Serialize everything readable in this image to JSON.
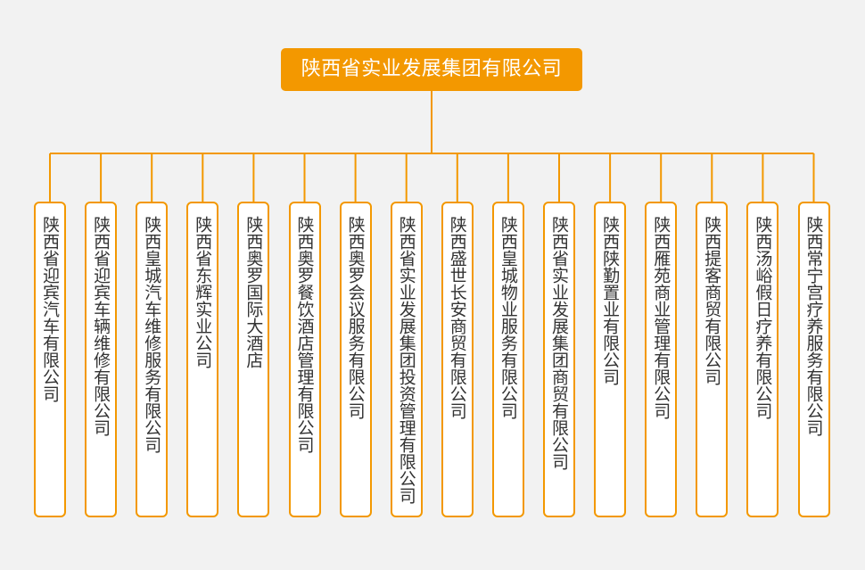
{
  "root": {
    "label": "陕西省实业发展集团有限公司"
  },
  "colors": {
    "accent": "#f39800",
    "line": "#f39800",
    "box_bg": "#ffffff",
    "text": "#333333",
    "background": "#f2f2f2"
  },
  "children": [
    {
      "label": "陕西省迎宾汽车有限公司"
    },
    {
      "label": "陕西省迎宾车辆维修有限公司"
    },
    {
      "label": "陕西皇城汽车维修服务有限公司"
    },
    {
      "label": "陕西省东辉实业公司"
    },
    {
      "label": "陕西奥罗国际大酒店"
    },
    {
      "label": "陕西奥罗餐饮酒店管理有限公司"
    },
    {
      "label": "陕西奥罗会议服务有限公司"
    },
    {
      "label": "陕西省实业发展集团投资管理有限公司"
    },
    {
      "label": "陕西盛世长安商贸有限公司"
    },
    {
      "label": "陕西皇城物业服务有限公司"
    },
    {
      "label": "陕西省实业发展集团商贸有限公司"
    },
    {
      "label": "陕西陕勤置业有限公司"
    },
    {
      "label": "陕西雁苑商业管理有限公司"
    },
    {
      "label": "陕西提客商贸有限公司"
    },
    {
      "label": "陕西汤峪假日疗养有限公司"
    },
    {
      "label": "陕西常宁宫疗养服务有限公司"
    }
  ]
}
